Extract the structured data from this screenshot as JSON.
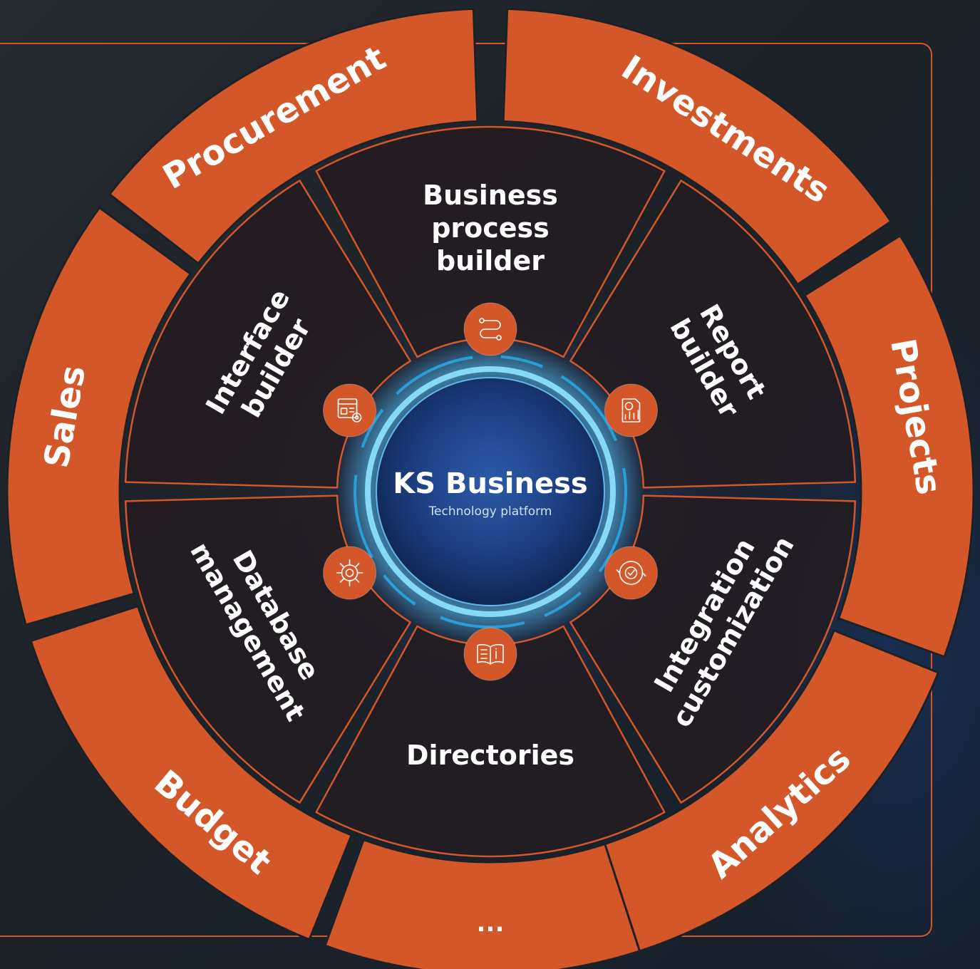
{
  "center": {
    "title": "KS Business",
    "subtitle": "Technology platform"
  },
  "modules": [
    {
      "label": "Business process builder",
      "lines": [
        "Business",
        "process",
        "builder"
      ],
      "icon": "process-flow-icon"
    },
    {
      "label": "Report builder",
      "lines": [
        "Report",
        "builder"
      ],
      "icon": "report-chart-icon"
    },
    {
      "label": "Integration customization",
      "lines": [
        "Integration",
        "customization"
      ],
      "icon": "integration-gear-icon"
    },
    {
      "label": "Directories",
      "lines": [
        "Directories"
      ],
      "icon": "book-icon"
    },
    {
      "label": "Database management",
      "lines": [
        "Database",
        "management"
      ],
      "icon": "chip-gear-icon"
    },
    {
      "label": "Interface builder",
      "lines": [
        "Interface",
        "builder"
      ],
      "icon": "interface-settings-icon"
    }
  ],
  "domains": [
    {
      "label": "Investments"
    },
    {
      "label": "Projects"
    },
    {
      "label": "Analytics"
    },
    {
      "label": "..."
    },
    {
      "label": "Budget"
    },
    {
      "label": "Sales"
    },
    {
      "label": "Procurement"
    }
  ],
  "colors": {
    "accent": "#d4572a",
    "panel": "#231d22",
    "text": "#ffffff"
  }
}
